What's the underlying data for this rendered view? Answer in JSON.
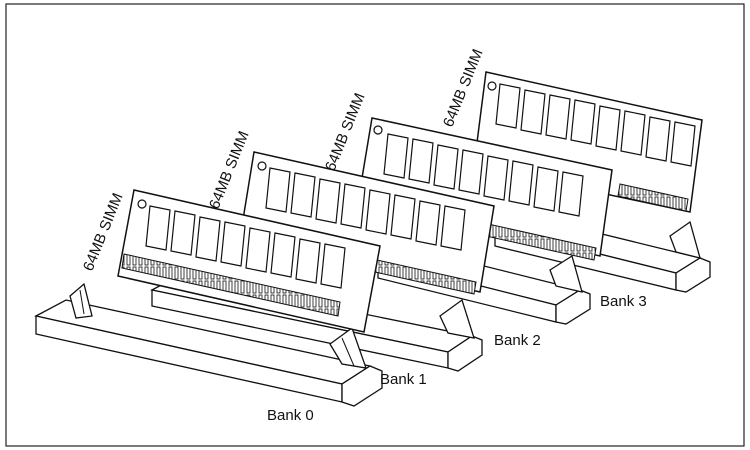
{
  "figure": {
    "banks": [
      {
        "bank_label": "Bank 0",
        "module_label": "64MB SIMM"
      },
      {
        "bank_label": "Bank 1",
        "module_label": "64MB SIMM"
      },
      {
        "bank_label": "Bank 2",
        "module_label": "64MB SIMM"
      },
      {
        "bank_label": "Bank 3",
        "module_label": "64MB SIMM"
      }
    ]
  }
}
